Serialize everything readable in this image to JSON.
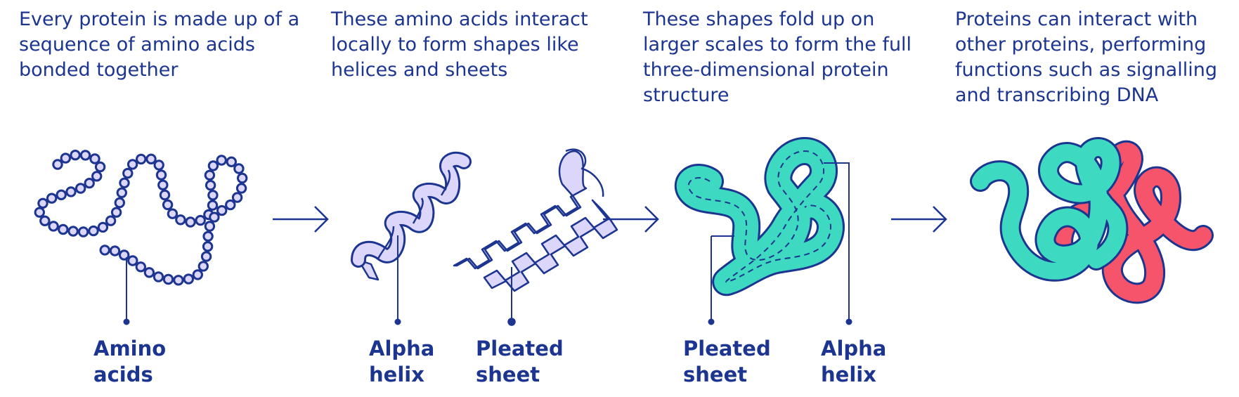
{
  "captions": [
    "Every protein is made up of a sequence of amino acids bonded together",
    "These amino acids interact locally to form shapes like helices and sheets",
    "These shapes fold up on larger scales to form the full three-dimensional protein structure",
    "Proteins can interact with other proteins, performing functions such as signalling and transcribing DNA"
  ],
  "labels": {
    "amino_acids": [
      "Amino",
      "acids"
    ],
    "alpha_helix_1": [
      "Alpha",
      "helix"
    ],
    "pleated_sheet_1": [
      "Pleated",
      "sheet"
    ],
    "pleated_sheet_2": [
      "Pleated",
      "sheet"
    ],
    "alpha_helix_2": [
      "Alpha",
      "helix"
    ]
  },
  "colors": {
    "ink": "#1c3590",
    "lavender": "#ddd6fb",
    "teal": "#3dd9c1",
    "coral": "#f5546a"
  }
}
